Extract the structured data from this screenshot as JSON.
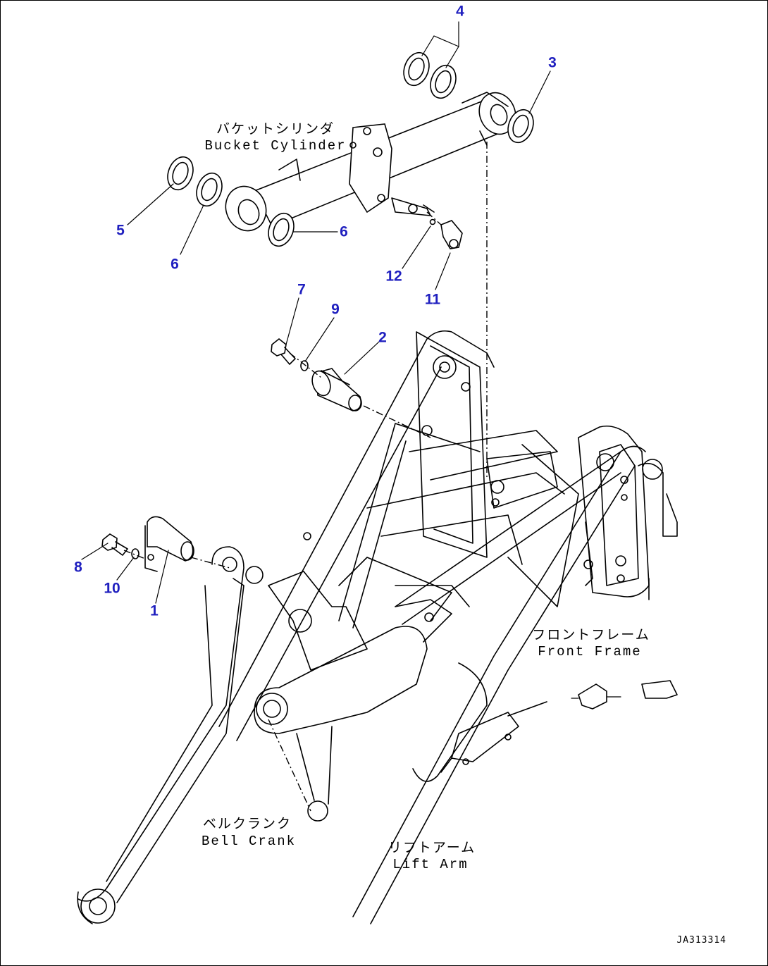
{
  "labels": {
    "bucket_cylinder_jp": "バケットシリンダ",
    "bucket_cylinder_en": "Bucket Cylinder",
    "front_frame_jp": "フロントフレーム",
    "front_frame_en": "Front Frame",
    "bell_crank_jp": "ベルクランク",
    "bell_crank_en": "Bell Crank",
    "lift_arm_jp": "リフトアーム",
    "lift_arm_en": "Lift Arm"
  },
  "callouts": [
    "1",
    "2",
    "3",
    "4",
    "5",
    "6",
    "6",
    "7",
    "8",
    "9",
    "10",
    "11",
    "12"
  ],
  "drawing_code": "JA313314",
  "colors": {
    "callout": "#1f1fbf",
    "line": "#000000"
  }
}
